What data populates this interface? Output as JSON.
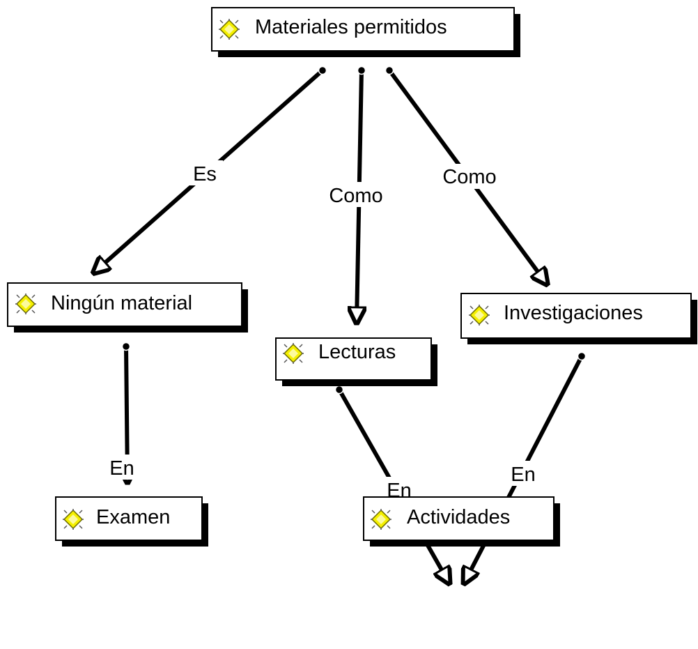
{
  "diagram": {
    "concepts": {
      "materiales": {
        "label": "Materiales permitidos",
        "icon": "concept-diamond-icon"
      },
      "ningun": {
        "label": "Ningún material",
        "icon": "concept-diamond-icon"
      },
      "lecturas": {
        "label": "Lecturas",
        "icon": "concept-diamond-icon"
      },
      "investigaciones": {
        "label": "Investigaciones",
        "icon": "concept-diamond-icon"
      },
      "examen": {
        "label": "Examen",
        "icon": "concept-diamond-icon"
      },
      "actividades": {
        "label": "Actividades",
        "icon": "concept-diamond-icon"
      }
    },
    "links": [
      {
        "from": "materiales",
        "to": "ningun",
        "label": "Es"
      },
      {
        "from": "materiales",
        "to": "lecturas",
        "label": "Como"
      },
      {
        "from": "materiales",
        "to": "investigaciones",
        "label": "Como"
      },
      {
        "from": "ningun",
        "to": "examen",
        "label": "En"
      },
      {
        "from": "lecturas",
        "to": "actividades",
        "label": "En"
      },
      {
        "from": "investigaciones",
        "to": "actividades",
        "label": "En"
      }
    ],
    "colors": {
      "icon_fill": "#f5f000",
      "icon_outline": "#6b6b00",
      "line": "#000000"
    }
  }
}
